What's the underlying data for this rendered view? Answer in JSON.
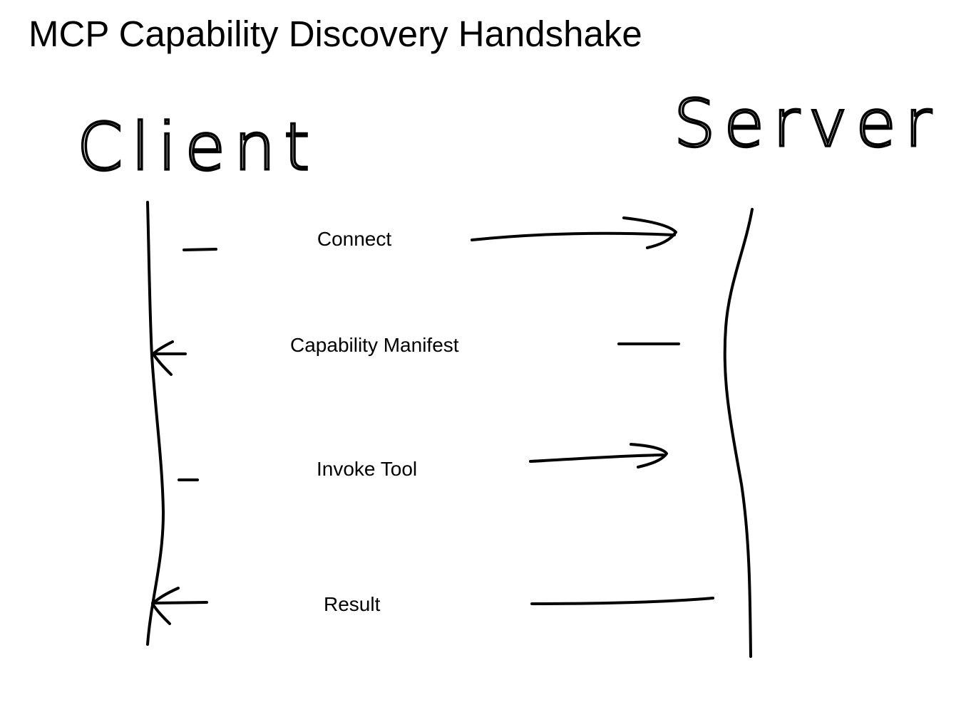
{
  "title": "MCP Capability Discovery Handshake",
  "participants": {
    "client": "Client",
    "server": "Server"
  },
  "messages": [
    {
      "label": "Connect",
      "direction": "client-to-server"
    },
    {
      "label": "Capability Manifest",
      "direction": "server-to-client"
    },
    {
      "label": "Invoke Tool",
      "direction": "client-to-server"
    },
    {
      "label": "Result",
      "direction": "server-to-client"
    }
  ]
}
